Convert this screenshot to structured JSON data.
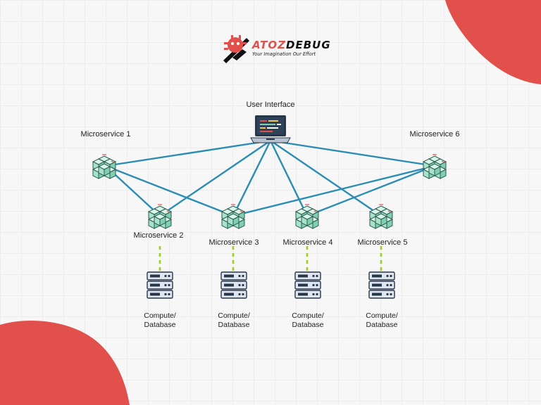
{
  "brand": {
    "name_part1": "ATOZ",
    "name_part2": "DEBUG",
    "tagline": "Your Imagination Our Effort",
    "logo_icon": "bug-icon"
  },
  "colors": {
    "connector": "#2b8db3",
    "db_link": "#9ccc2e",
    "accent_blob": "#e2504b",
    "cube_fill": "#a7e3c8",
    "cube_stroke": "#2e5b55",
    "server_fill": "#dfe6ef",
    "server_stroke": "#26374a"
  },
  "diagram": {
    "user_interface": {
      "label": "User Interface",
      "icon": "laptop-icon"
    },
    "microservices": [
      {
        "id": "ms1",
        "label": "Microservice 1",
        "icon": "cube-cluster-icon"
      },
      {
        "id": "ms2",
        "label": "Microservice 2",
        "icon": "cube-cluster-icon"
      },
      {
        "id": "ms3",
        "label": "Microservice 3",
        "icon": "cube-cluster-icon"
      },
      {
        "id": "ms4",
        "label": "Microservice 4",
        "icon": "cube-cluster-icon"
      },
      {
        "id": "ms5",
        "label": "Microservice 5",
        "icon": "cube-cluster-icon"
      },
      {
        "id": "ms6",
        "label": "Microservice 6",
        "icon": "cube-cluster-icon"
      }
    ],
    "databases": [
      {
        "id": "db2",
        "service": "ms2",
        "label_line1": "Compute/",
        "label_line2": "Database",
        "icon": "server-icon"
      },
      {
        "id": "db3",
        "service": "ms3",
        "label_line1": "Compute/",
        "label_line2": "Database",
        "icon": "server-icon"
      },
      {
        "id": "db4",
        "service": "ms4",
        "label_line1": "Compute/",
        "label_line2": "Database",
        "icon": "server-icon"
      },
      {
        "id": "db5",
        "service": "ms5",
        "label_line1": "Compute/",
        "label_line2": "Database",
        "icon": "server-icon"
      }
    ],
    "connections": [
      [
        "ui",
        "ms1"
      ],
      [
        "ui",
        "ms2"
      ],
      [
        "ui",
        "ms3"
      ],
      [
        "ui",
        "ms4"
      ],
      [
        "ui",
        "ms5"
      ],
      [
        "ui",
        "ms6"
      ],
      [
        "ms1",
        "ms2"
      ],
      [
        "ms1",
        "ms3"
      ],
      [
        "ms6",
        "ms3"
      ],
      [
        "ms6",
        "ms4"
      ]
    ]
  }
}
